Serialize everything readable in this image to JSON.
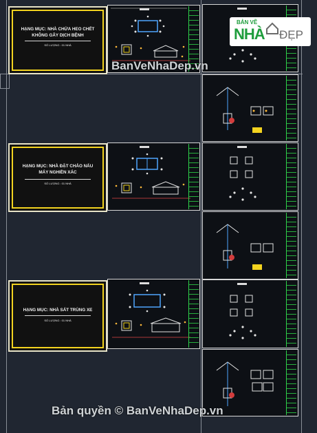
{
  "covers": [
    {
      "title_lines": [
        "HẠNG MỤC: NHÀ CHỨA HEO CHẾT",
        "KHÔNG GÂY DỊCH BỆNH"
      ],
      "subtitle": "SỐ LƯỢNG : 01 NHÀ"
    },
    {
      "title_lines": [
        "HẠNG MỤC: NHÀ ĐẶT CHẢO NẤU",
        "MÁY NGHIỀN XÁC"
      ],
      "subtitle": "SỐ LƯỢNG : 01 NHÀ"
    },
    {
      "title_lines": [
        "HẠNG MỤC: NHÀ SÁT TRÙNG XE"
      ],
      "subtitle": "SỐ LƯỢNG : 01 NHÀ"
    }
  ],
  "logo": {
    "top": "BẢN VẼ",
    "brand_a": "NHÀ",
    "brand_b": "ĐẸP"
  },
  "watermark_top": "BanVeNhaDep.vn",
  "watermark_bottom": "Bản quyền © BanVeNhaDep.vn",
  "colors": {
    "background": "#202631",
    "accent_yellow": "#f3d31f",
    "strip_green": "#2fd34a",
    "logo_green": "#1e9d3c"
  }
}
